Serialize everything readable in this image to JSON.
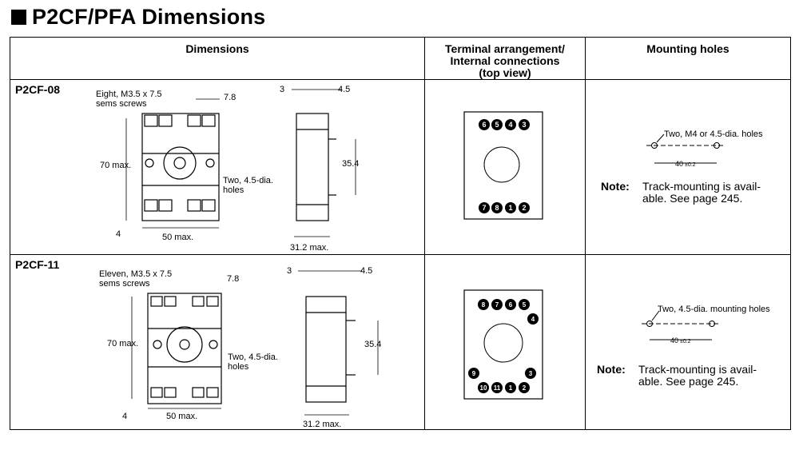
{
  "title": "P2CF/PFA Dimensions",
  "headers": {
    "dimensions": "Dimensions",
    "terminal_line1": "Terminal arrangement/",
    "terminal_line2": "Internal connections",
    "terminal_line3": "(top view)",
    "mounting": "Mounting holes"
  },
  "rows": [
    {
      "model": "P2CF-08",
      "screws_line1": "Eight, M3.5 x 7.5",
      "screws_line2": "sems screws",
      "holes_line1": "Two, 4.5-dia.",
      "holes_line2": "holes",
      "height": "70 max.",
      "width": "50 max.",
      "dim_a": "7.8",
      "dim_bottom": "4",
      "side_top_a": "3",
      "side_top_b": "4.5",
      "side_h": "35.4",
      "side_w": "31.2 max.",
      "terminals_top": [
        "6",
        "5",
        "4",
        "3"
      ],
      "terminals_bottom": [
        "7",
        "8",
        "1",
        "2"
      ],
      "mount_label": "Two, M4 or 4.5-dia. holes",
      "mount_dim": "40",
      "mount_tol": "±0.2",
      "note_label": "Note:",
      "note_line1": "Track-mounting is avail-",
      "note_line2": "able. See page 245."
    },
    {
      "model": "P2CF-11",
      "screws_line1": "Eleven, M3.5 x 7.5",
      "screws_line2": "sems screws",
      "holes_line1": "Two, 4.5-dia.",
      "holes_line2": "holes",
      "height": "70 max.",
      "width": "50 max.",
      "dim_a": "7.8",
      "dim_bottom": "4",
      "side_top_a": "3",
      "side_top_b": "4.5",
      "side_h": "35.4",
      "side_w": "31.2 max.",
      "terminals_top": [
        "8",
        "7",
        "6",
        "5"
      ],
      "terminal_right": "4",
      "terminal_left": "9",
      "terminal_right_low": "3",
      "terminals_bottom": [
        "10",
        "11",
        "1",
        "2"
      ],
      "mount_label": "Two, 4.5-dia. mounting holes",
      "mount_dim": "40",
      "mount_tol": "±0.2",
      "note_label": "Note:",
      "note_line1": "Track-mounting is avail-",
      "note_line2": "able. See page 245."
    }
  ]
}
